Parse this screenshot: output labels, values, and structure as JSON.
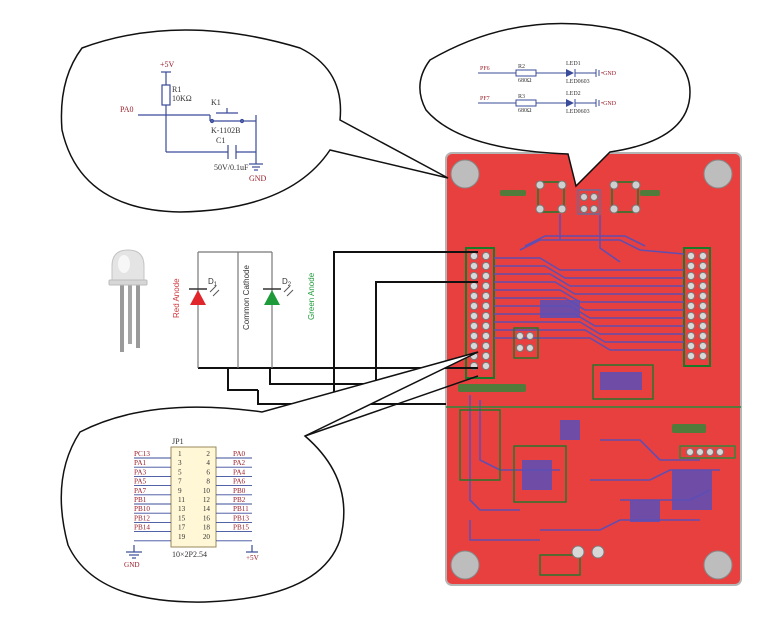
{
  "reset_circuit": {
    "supply_label": "+5V",
    "resistor_ref": "R1",
    "resistor_value": "10KΩ",
    "net_label": "PA0",
    "switch_ref": "K1",
    "switch_part": "K-1102B",
    "cap_ref": "C1",
    "cap_value": "50V/0.1uF",
    "ground_label": "GND"
  },
  "led_circuit": {
    "rows": [
      {
        "net": "PF6",
        "res_ref": "R2",
        "res_value": "680Ω",
        "led_ref": "LED1",
        "led_part": "LED0603",
        "gnd": "GND"
      },
      {
        "net": "PF7",
        "res_ref": "R3",
        "res_value": "680Ω",
        "led_ref": "LED2",
        "led_part": "LED0603",
        "gnd": "GND"
      }
    ]
  },
  "rgb_led": {
    "red_anode": "Red Anode",
    "common_cathode": "Common Cathode",
    "green_anode": "Green Anode",
    "d1_label": "D",
    "d1_sub": "1",
    "d2_label": "D",
    "d2_sub": "2"
  },
  "header": {
    "ref": "JP1",
    "part": "10×2P2.54",
    "left_nets": [
      "PC13",
      "PA1",
      "PA3",
      "PA5",
      "PA7",
      "PB1",
      "PB10",
      "PB12",
      "PB14",
      "GND"
    ],
    "left_pins": [
      "1",
      "3",
      "5",
      "7",
      "9",
      "11",
      "13",
      "15",
      "17",
      "19"
    ],
    "right_pins": [
      "2",
      "4",
      "6",
      "8",
      "10",
      "12",
      "14",
      "16",
      "18",
      "20"
    ],
    "right_nets": [
      "PA0",
      "PA2",
      "PA4",
      "PA6",
      "PB0",
      "PB2",
      "PB11",
      "PB13",
      "PB15",
      "+5V"
    ]
  },
  "colors": {
    "pcb": "#e8403f",
    "wire": "#111111",
    "schematic": "#3a4b9a",
    "label": "#9a1f2a",
    "red_led": "#e0262a",
    "green_led": "#1f9a3a"
  }
}
